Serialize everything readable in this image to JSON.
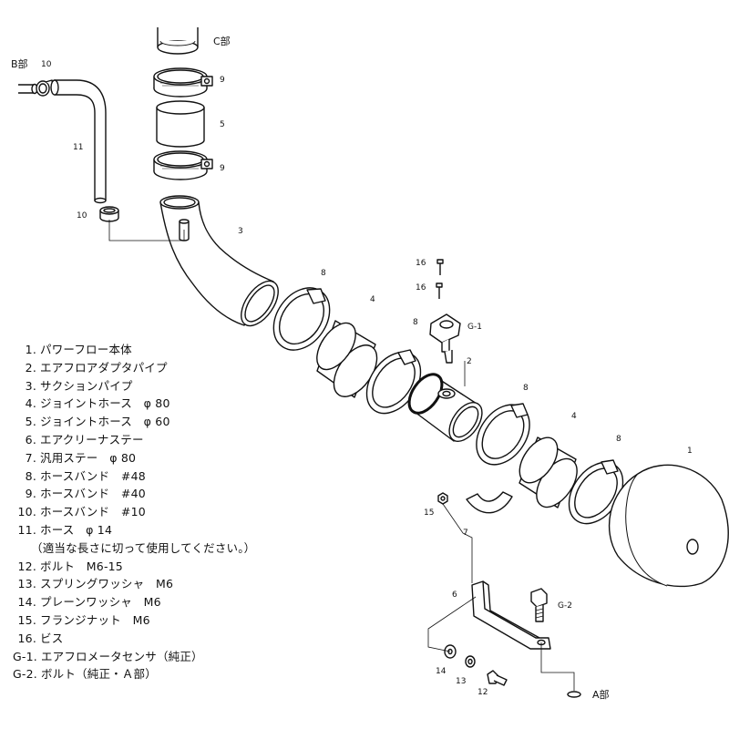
{
  "sections": {
    "a": "A部",
    "b": "B部",
    "c": "C部"
  },
  "callouts": {
    "p1": "1",
    "p2": "2",
    "p3": "3",
    "p4_upper": "4",
    "p4_lower": "4",
    "p5": "5",
    "p6": "6",
    "p7": "7",
    "p8_a": "8",
    "p8_b": "8",
    "p8_c": "8",
    "p8_d": "8",
    "p9_upper": "9",
    "p9_lower": "9",
    "p10_top": "10",
    "p10_mid": "10",
    "p11": "11",
    "p12": "12",
    "p13": "13",
    "p14": "14",
    "p15": "15",
    "p16_a": "16",
    "p16_b": "16",
    "g1": "G-1",
    "g2": "G-2"
  },
  "parts_list": [
    {
      "num": "1.",
      "text": "パワーフロー本体"
    },
    {
      "num": "2.",
      "text": "エアフロアダプタパイプ"
    },
    {
      "num": "3.",
      "text": "サクションパイプ"
    },
    {
      "num": "4.",
      "text": "ジョイントホース　φ 80"
    },
    {
      "num": "5.",
      "text": "ジョイントホース　φ 60"
    },
    {
      "num": "6.",
      "text": "エアクリーナステー"
    },
    {
      "num": "7.",
      "text": "汎用ステー　φ 80"
    },
    {
      "num": "8.",
      "text": "ホースバンド　#48"
    },
    {
      "num": "9.",
      "text": "ホースバンド　#40"
    },
    {
      "num": "10.",
      "text": "ホースバンド　#10"
    },
    {
      "num": "11.",
      "text": "ホース　φ 14"
    },
    {
      "num": "",
      "text": "（適当な長さに切って使用してください。）"
    },
    {
      "num": "12.",
      "text": "ボルト　M6-15"
    },
    {
      "num": "13.",
      "text": "スプリングワッシャ　M6"
    },
    {
      "num": "14.",
      "text": "プレーンワッシャ　M6"
    },
    {
      "num": "15.",
      "text": "フランジナット　M6"
    },
    {
      "num": "16.",
      "text": "ビス"
    },
    {
      "num": "G-1.",
      "text": "エアフロメータセンサ（純正）"
    },
    {
      "num": "G-2.",
      "text": "ボルト（純正・Ａ部）"
    }
  ]
}
